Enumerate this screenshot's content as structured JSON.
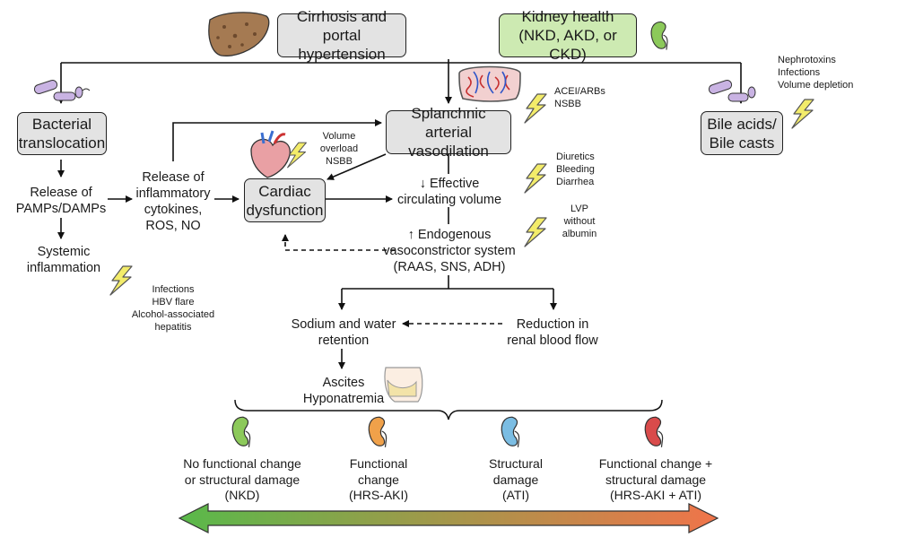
{
  "boxes": {
    "cirrhosis": "Cirrhosis and\nportal hypertension",
    "kidney": "Kidney health\n(NKD, AKD, or CKD)",
    "bacterial": "Bacterial\ntranslocation",
    "splanchnic": "Splanchnic arterial\nvasodilation",
    "bile": "Bile acids/\nBile casts",
    "cardiac": "Cardiac\ndysfunction"
  },
  "labels": {
    "pamps": "Release of\nPAMPs/DAMPs",
    "systemic": "Systemic\ninflammation",
    "cytokines": "Release of\ninflammatory\ncytokines,\nROS, NO",
    "effective": "↓ Effective\ncirculating volume",
    "endogenous": "↑ Endogenous\nvasoconstrictor system\n(RAAS, SNS, ADH)",
    "sodium": "Sodium and water\nretention",
    "reduction": "Reduction in\nrenal blood flow",
    "ascites": "Ascites\nHyponatremia"
  },
  "insults": {
    "volume_overload": "Volume\noverload\nNSBB",
    "acei": "ACEI/ARBs\nNSBB",
    "nephrotoxins": "Nephrotoxins\nInfections\nVolume depletion",
    "diuretics": "Diuretics\nBleeding\nDiarrhea",
    "lvp": "LVP\nwithout\nalbumin",
    "infections": "Infections\nHBV flare\nAlcohol-associated\nhepatitis"
  },
  "outcomes": [
    {
      "label": "No functional change\nor structural damage\n(NKD)",
      "color": "#8cc95a"
    },
    {
      "label": "Functional\nchange\n(HRS-AKI)",
      "color": "#f0a14a"
    },
    {
      "label": "Structural\ndamage\n(ATI)",
      "color": "#7bbde3"
    },
    {
      "label": "Functional change +\nstructural damage\n(HRS-AKI + ATI)",
      "color": "#d94b4b"
    }
  ],
  "colors": {
    "gradient_start": "#59b94a",
    "gradient_end": "#f0744a",
    "box_gray": "#e3e3e3",
    "box_green": "#cdeab2",
    "lightning": "#f3ec6a"
  },
  "icons": [
    "liver-icon",
    "kidney-icon",
    "bacteria-icon",
    "intestine-icon",
    "heart-icon",
    "lightning-icon",
    "abdomen-icon"
  ]
}
